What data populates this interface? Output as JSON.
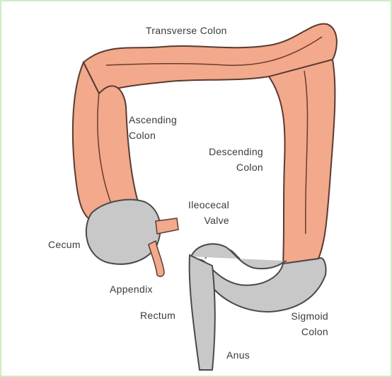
{
  "diagram": {
    "labels": {
      "transverse_colon": "Transverse Colon",
      "ascending_colon": [
        "Ascending",
        "Colon"
      ],
      "descending_colon": [
        "Descending",
        "Colon"
      ],
      "ileocecal_valve": [
        "Ileocecal",
        "Valve"
      ],
      "cecum": "Cecum",
      "appendix": "Appendix",
      "rectum": "Rectum",
      "sigmoid_colon": [
        "Sigmoid",
        "Colon"
      ],
      "anus": "Anus"
    },
    "colors": {
      "colon_fill": "#f2a98c",
      "colon_outline": "#5a3a30",
      "lower_fill": "#c8c8c8",
      "lower_outline": "#4a4a4a",
      "frame_border": "#cdeec0"
    }
  }
}
